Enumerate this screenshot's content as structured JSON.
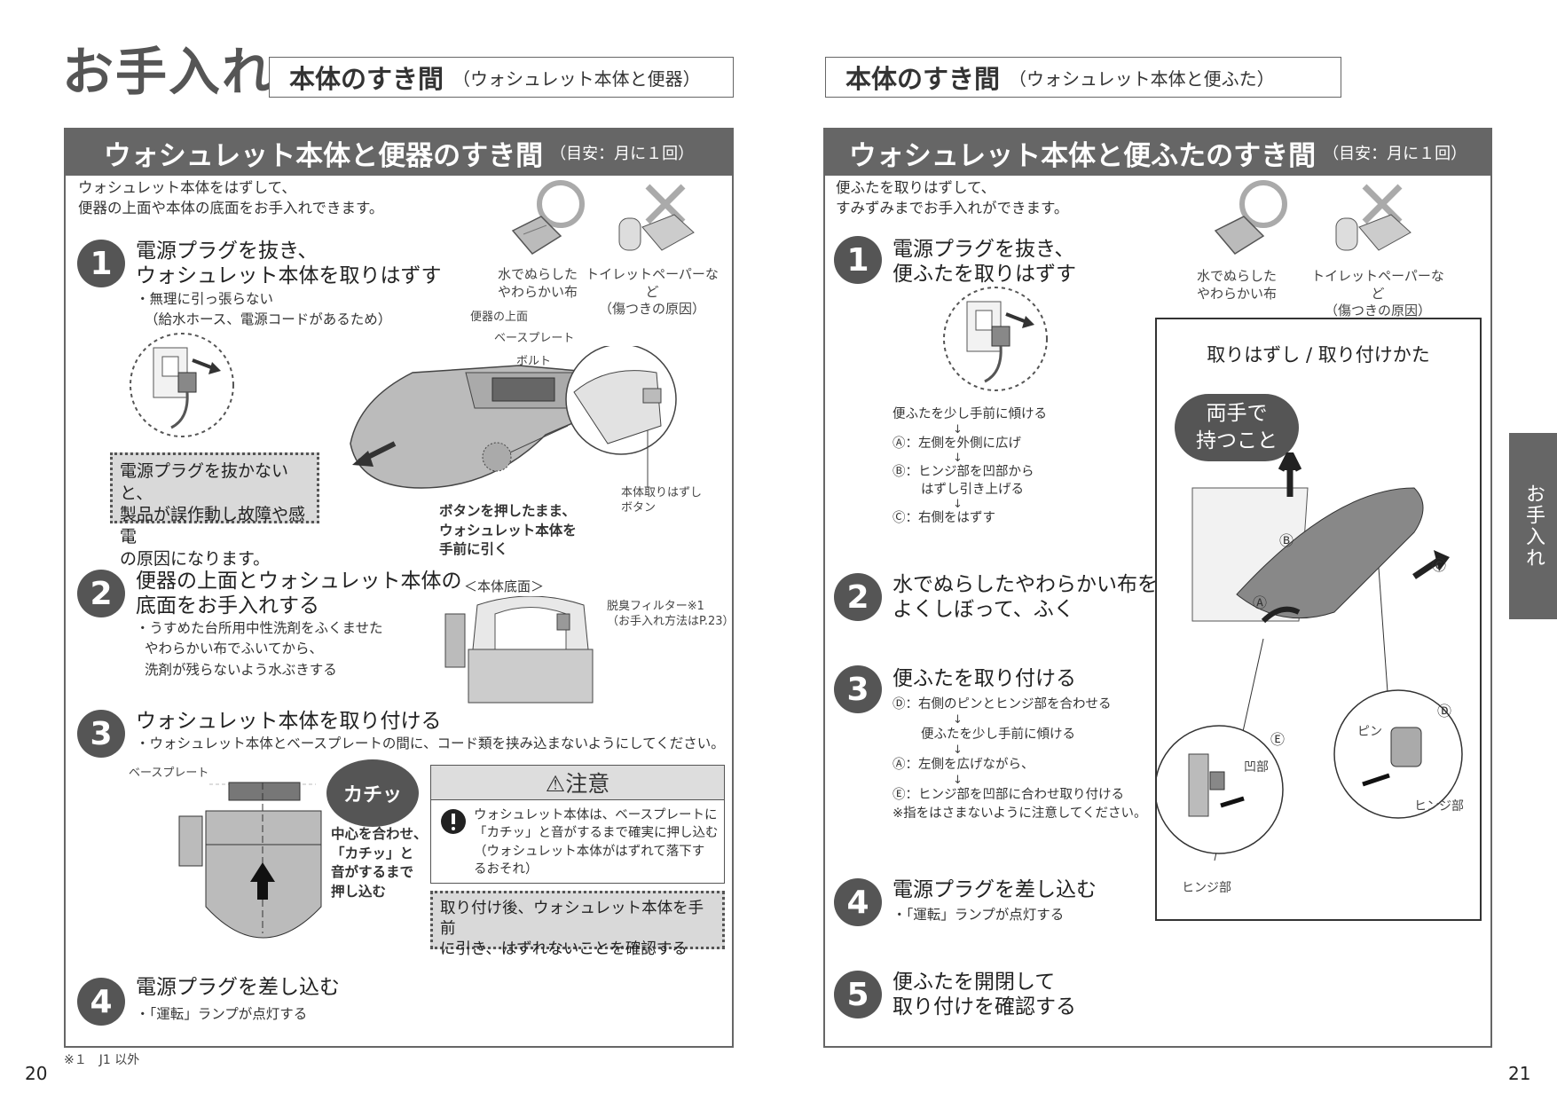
{
  "left": {
    "big_title": "お手入れ",
    "header_main": "本体のすき間",
    "header_sub": "（ウォシュレット本体と便器）",
    "panel_title": "ウォシュレット本体と便器のすき間",
    "panel_freq": "（目安：月に１回）",
    "intro": [
      "ウォシュレット本体をはずして、",
      "便器の上面や本体の底面をお手入れできます。"
    ],
    "good_label": [
      "水でぬらした",
      "やわらかい布"
    ],
    "bad_label": [
      "トイレットペーパーなど",
      "（傷つきの原因）"
    ],
    "steps": [
      {
        "num": "1",
        "title": [
          "電源プラグを抜き、",
          "ウォシュレット本体を取りはずす"
        ],
        "notes": [
          "・無理に引っ張らない",
          "（給水ホース、電源コードがあるため）"
        ]
      },
      {
        "num": "2",
        "title": [
          "便器の上面とウォシュレット本体の",
          "底面をお手入れする"
        ],
        "notes": [
          "・うすめた台所用中性洗剤をふくませた",
          "やわらかい布でふいてから、",
          "洗剤が残らないよう水ぶきする"
        ]
      },
      {
        "num": "3",
        "title": [
          "ウォシュレット本体を取り付ける"
        ],
        "notes": [
          "・ウォシュレット本体とベースプレートの間に、コード類を挟み込まないようにしてください。"
        ]
      },
      {
        "num": "4",
        "title": [
          "電源プラグを差し込む"
        ],
        "notes": [
          "・「運転」ランプが点灯する"
        ]
      }
    ],
    "warning_box": [
      "電源プラグを抜かないと、",
      "製品が誤作動し故障や感電",
      "の原因になります。"
    ],
    "diagram_labels": {
      "toilet_top": "便器の上面",
      "base_plate": "ベースプレート",
      "bolt": "ボルト",
      "release_button": [
        "本体取りはずし",
        "ボタン"
      ],
      "push_instruction": [
        "ボタンを押したまま、",
        "ウォシュレット本体を",
        "手前に引く"
      ],
      "bottom_view": "＜本体底面＞",
      "deodorizer": [
        "脱臭フィルター※1",
        "（お手入れ方法はP.23）"
      ],
      "base_plate_2": "ベースプレート",
      "kachi": "カチッ",
      "align_text": [
        "中心を合わせ、",
        "「カチッ」と",
        "音がするまで",
        "押し込む"
      ]
    },
    "caution": {
      "title": "⚠注意",
      "lines": [
        "ウォシュレット本体は、ベースプレートに",
        "「カチッ」と音がするまで確実に押し込む"
      ],
      "paren": [
        "（ウォシュレット本体がはずれて落下す",
        "るおそれ）"
      ]
    },
    "confirm_box": [
      "取り付け後、ウォシュレット本体を手前",
      "に引き、はずれないことを確認する"
    ],
    "footnote": "※１　J1 以外",
    "page_number": "20"
  },
  "right": {
    "header_main": "本体のすき間",
    "header_sub": "（ウォシュレット本体と便ふた）",
    "panel_title": "ウォシュレット本体と便ふたのすき間",
    "panel_freq": "（目安：月に１回）",
    "intro": [
      "便ふたを取りはずして、",
      "すみずみまでお手入れができます。"
    ],
    "good_label": [
      "水でぬらした",
      "やわらかい布"
    ],
    "bad_label": [
      "トイレットペーパーなど",
      "（傷つきの原因）"
    ],
    "steps": [
      {
        "num": "1",
        "title": [
          "電源プラグを抜き、",
          "便ふたを取りはずす"
        ]
      },
      {
        "num": "2",
        "title": [
          "水でぬらしたやわらかい布を",
          "よくしぼって、ふく"
        ]
      },
      {
        "num": "3",
        "title": [
          "便ふたを取り付ける"
        ]
      },
      {
        "num": "4",
        "title": [
          "電源プラグを差し込む"
        ],
        "notes": [
          "・「運転」ランプが点灯する"
        ]
      },
      {
        "num": "5",
        "title": [
          "便ふたを開閉して",
          "取り付けを確認する"
        ]
      }
    ],
    "removal_steps": {
      "first": "便ふたを少し手前に傾ける",
      "a": "Ⓐ：左側を外側に広げ",
      "b1": "Ⓑ：ヒンジ部を凹部から",
      "b2": "はずし引き上げる",
      "c": "Ⓒ：右側をはずす"
    },
    "install_steps": {
      "d": "Ⓓ：右側のピンとヒンジ部を合わせる",
      "tilt": "便ふたを少し手前に傾ける",
      "a": "Ⓐ：左側を広げながら、",
      "e": "Ⓔ：ヒンジ部を凹部に合わせ取り付ける",
      "note": "※指をはさまないように注意してください。"
    },
    "box_title": "取りはずし / 取り付けかた",
    "both_hands": [
      "両手で",
      "持つこと"
    ],
    "diagram_labels": {
      "b": "Ⓑ",
      "a": "Ⓐ",
      "c": "Ⓒ",
      "d": "Ⓓ",
      "e": "Ⓔ",
      "recess": "凹部",
      "pin": "ピン",
      "hinge": "ヒンジ部",
      "hinge2": "ヒンジ部"
    },
    "side_tab": "お手入れ",
    "page_number": "21"
  },
  "colors": {
    "panel_header": "#666666",
    "text": "#333333",
    "warning_fill": "#d9d9d9"
  }
}
